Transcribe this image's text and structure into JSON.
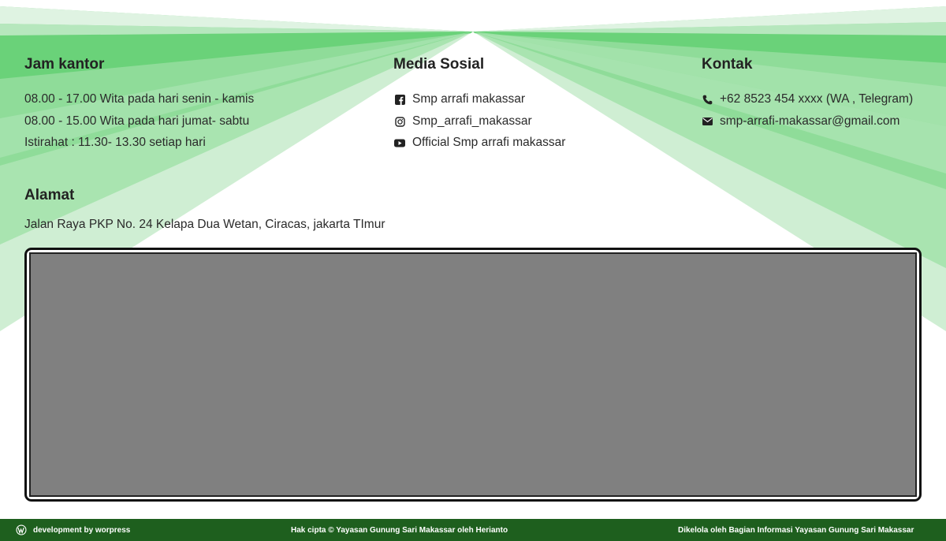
{
  "jam_kantor": {
    "title": "Jam kantor",
    "lines": [
      "08.00 - 17.00 Wita pada hari senin - kamis",
      "08.00 - 15.00 Wita pada hari jumat- sabtu",
      "Istirahat : 11.30- 13.30 setiap hari"
    ]
  },
  "media_sosial": {
    "title": "Media Sosial",
    "items": [
      {
        "icon": "facebook-icon",
        "label": "Smp arrafi makassar"
      },
      {
        "icon": "instagram-icon",
        "label": "Smp_arrafi_makassar"
      },
      {
        "icon": "youtube-icon",
        "label": "Official Smp arrafi makassar"
      }
    ]
  },
  "kontak": {
    "title": "Kontak",
    "items": [
      {
        "icon": "phone-icon",
        "label": "+62 8523 454 xxxx (WA , Telegram)"
      },
      {
        "icon": "envelope-icon",
        "label": "smp-arrafi-makassar@gmail.com"
      }
    ]
  },
  "alamat": {
    "title": "Alamat",
    "text": "Jalan Raya PKP No. 24 Kelapa Dua Wetan, Ciracas, jakarta TImur"
  },
  "map": {
    "fill_color": "#808080"
  },
  "footer": {
    "background_color": "#1e5f1e",
    "left_icon": "wordpress-icon",
    "left": "development by worpress",
    "center": "Hak cipta © Yayasan Gunung Sari Makassar oleh Herianto",
    "right": "Dikelola oleh Bagian Informasi Yayasan Gunung Sari Makassar"
  },
  "theme": {
    "accent_green": "#5fcf6f",
    "light_green": "#a9e4b0",
    "pale_green": "#cfeed3"
  }
}
